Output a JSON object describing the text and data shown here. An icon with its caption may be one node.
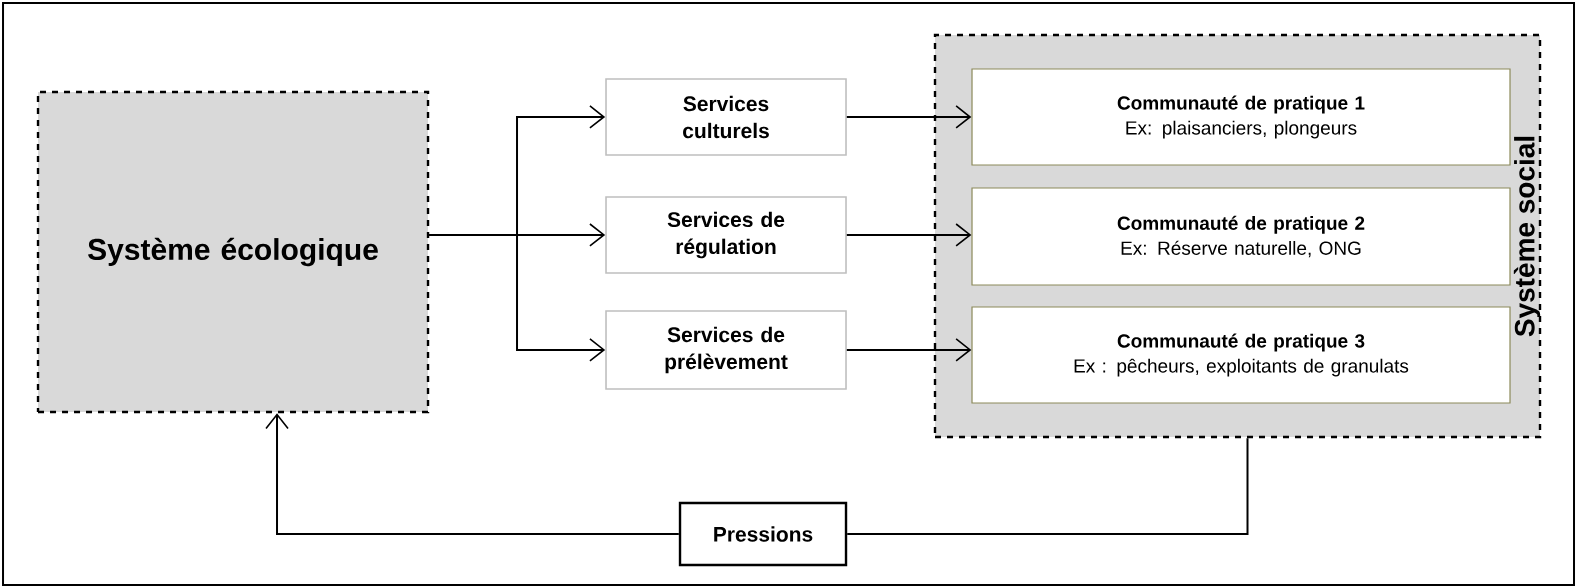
{
  "diagram": {
    "nodes": [
      {
        "text": [
          "Système écologique"
        ]
      },
      {
        "text": [
          "Services culturels"
        ]
      },
      {
        "text": [
          "Services de régulation"
        ]
      },
      {
        "text": [
          "Services de prélèvement"
        ]
      },
      {
        "text": [
          "Système social"
        ]
      },
      {
        "text": [
          "Communauté de pratique 1",
          "Ex: plaisanciers, plongeurs"
        ],
        "in": 4
      },
      {
        "text": [
          "Communauté de pratique 2",
          "Ex: Réserve naturelle, ONG"
        ],
        "in": 4
      },
      {
        "text": [
          "Communauté de pratique 3",
          "Ex : pêcheurs, exploitants de granulats"
        ],
        "in": 4
      },
      {
        "text": [
          "Pressions"
        ]
      }
    ],
    "edges": [
      {
        "from": 0,
        "to": 1,
        "arrow": "to"
      },
      {
        "from": 0,
        "to": 2,
        "arrow": "to"
      },
      {
        "from": 0,
        "to": 3,
        "arrow": "to"
      },
      {
        "from": 1,
        "to": 5,
        "arrow": "to"
      },
      {
        "from": 2,
        "to": 6,
        "arrow": "to"
      },
      {
        "from": 3,
        "to": 7,
        "arrow": "to"
      },
      {
        "from": 4,
        "to": 8,
        "arrow": "none"
      },
      {
        "from": 8,
        "to": 0,
        "arrow": "to"
      }
    ]
  }
}
